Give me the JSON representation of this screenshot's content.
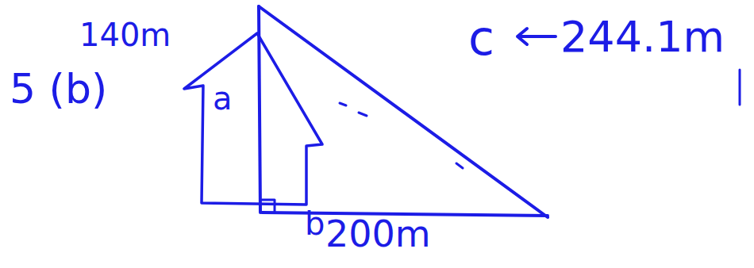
{
  "diagram": {
    "labels": [
      "5 (b)",
      "140m",
      "a",
      "c",
      "244.1m",
      "b",
      "200m"
    ]
  }
}
